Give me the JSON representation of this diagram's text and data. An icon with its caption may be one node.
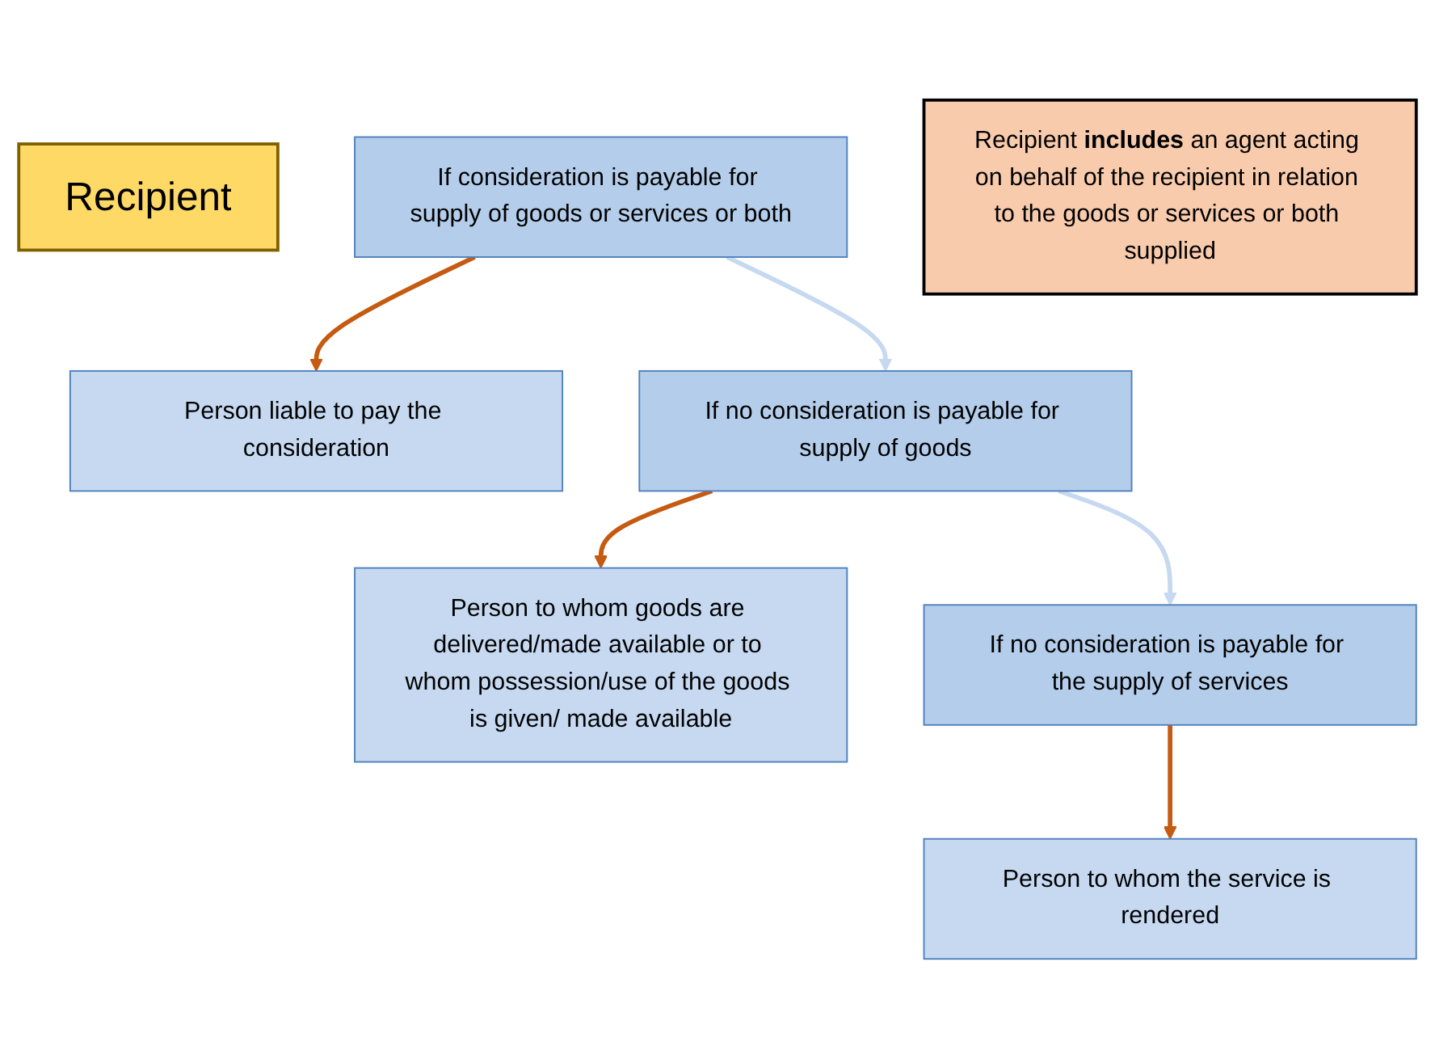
{
  "diagram": {
    "nodes": [
      {
        "text": [
          "Recipient"
        ]
      },
      {
        "text": [
          "If consideration is payable for supply of goods or services or both"
        ]
      },
      {
        "text": [
          "Person liable to pay the consideration"
        ]
      },
      {
        "text": [
          "If no consideration is payable for supply of goods"
        ]
      },
      {
        "text": [
          "Person to whom goods are delivered/made available or to whom possession/use of the goods is given/ made available"
        ]
      },
      {
        "text": [
          "If no consideration is payable for the supply of services"
        ]
      },
      {
        "text": [
          "Person to whom the service is rendered"
        ]
      },
      {
        "text": [
          "Recipient **includes** an agent acting on behalf of the recipient in relation to the goods or services or both supplied"
        ]
      }
    ],
    "edges": [
      {
        "from": 1,
        "to": 2,
        "arrow": "to",
        "color": "#c55a11"
      },
      {
        "from": 1,
        "to": 3,
        "arrow": "to",
        "color": "#c6d9f1"
      },
      {
        "from": 3,
        "to": 4,
        "arrow": "to",
        "color": "#c55a11"
      },
      {
        "from": 3,
        "to": 5,
        "arrow": "to",
        "color": "#c6d9f1"
      },
      {
        "from": 5,
        "to": 6,
        "arrow": "to",
        "color": "#c55a11"
      }
    ]
  }
}
